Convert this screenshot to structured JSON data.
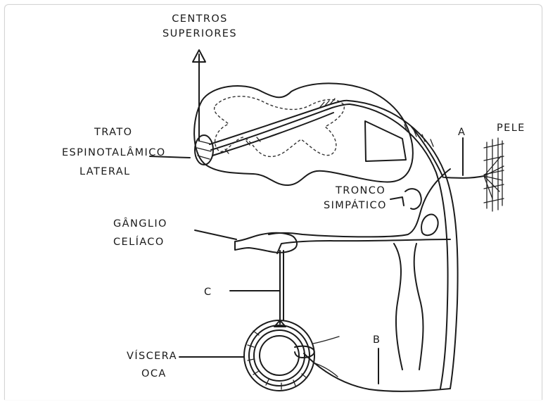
{
  "labels": {
    "centros_line1": "CENTROS",
    "centros_line2": "SUPERIORES",
    "trato_line1": "TRATO",
    "trato_line2": "ESPINOTALÂMICO",
    "trato_line3": "LATERAL",
    "pele": "PELE",
    "a": "A",
    "tronco_line1": "TRONCO",
    "tronco_line2": "SIMPÁTICO",
    "ganglio_line1": "GÂNGLIO",
    "ganglio_line2": "CELÍACO",
    "c": "C",
    "b": "B",
    "viscera_line1": "VÍSCERA",
    "viscera_line2": "OCA"
  },
  "colors": {
    "ink": "#1b1b1b",
    "background": "#ffffff",
    "frame": "#d4d4d4"
  }
}
